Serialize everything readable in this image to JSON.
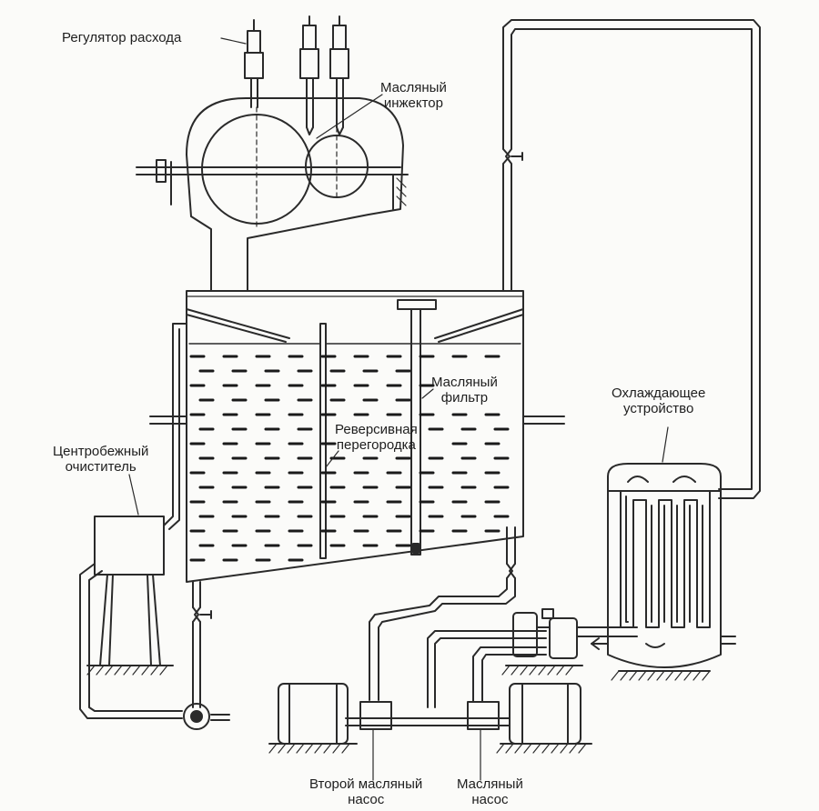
{
  "colors": {
    "line": "#2a2a2a",
    "pipe_fill": "#fbfbf9",
    "oil_dash": "#1a1a1a",
    "background": "#fbfbf9"
  },
  "labels": {
    "flow_regulator": "Регулятор расхода",
    "oil_injector_1": "Масляный",
    "oil_injector_2": "инжектор",
    "oil_filter_1": "Масляный",
    "oil_filter_2": "фильтр",
    "cooling_device_1": "Охлаждающее",
    "cooling_device_2": "устройство",
    "reversing_baffle_1": "Реверсивная",
    "reversing_baffle_2": "перегородка",
    "centrifugal_cleaner_1": "Центробежный",
    "centrifugal_cleaner_2": "очиститель",
    "second_oil_pump_1": "Второй масляный",
    "second_oil_pump_2": "насос",
    "oil_pump_1": "Масляный",
    "oil_pump_2": "насос"
  }
}
